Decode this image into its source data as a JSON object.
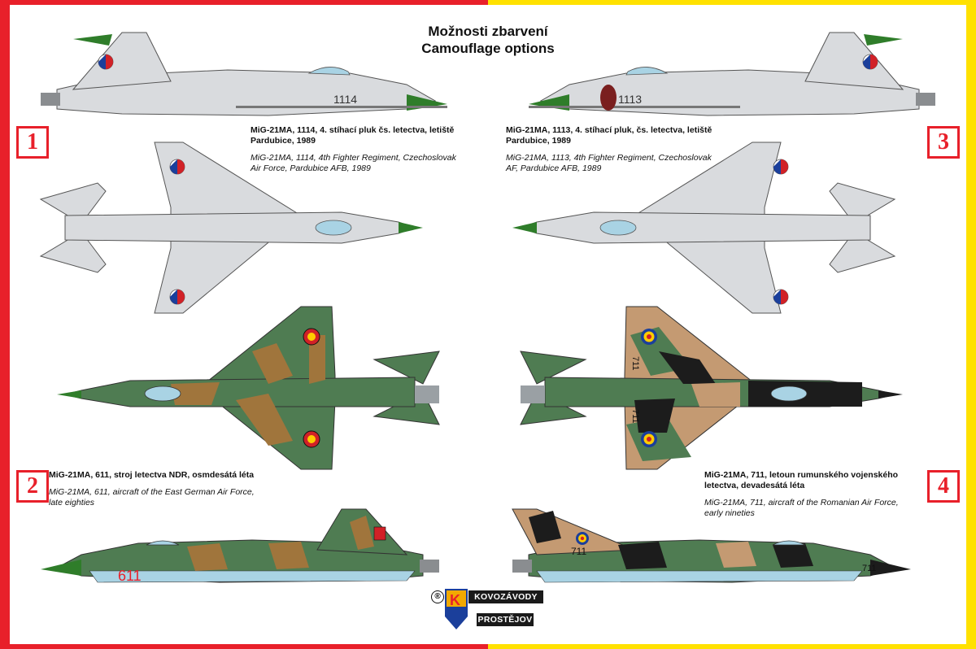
{
  "title": {
    "line1": "Možnosti zbarvení",
    "line2": "Camouflage options"
  },
  "options": [
    {
      "number": "1",
      "caption_cz": "MiG-21MA, 1114, 4. stíhací pluk čs. letectva, letiště Pardubice, 1989",
      "caption_en": "MiG-21MA, 1114, 4th Fighter Regiment, Czechoslovak Air Force, Pardubice AFB, 1989",
      "side_marking": "1114"
    },
    {
      "number": "2",
      "caption_cz": "MiG-21MA, 611, stroj letectva NDR, osmdesátá léta",
      "caption_en": "MiG-21MA, 611, aircraft of the East German Air Force, late eighties",
      "side_marking": "611"
    },
    {
      "number": "3",
      "caption_cz": "MiG-21MA, 1113, 4. stíhací pluk, čs. letectva, letiště Pardubice, 1989",
      "caption_en": "MiG-21MA, 1113, 4th Fighter Regiment, Czechoslovak AF, Pardubice AFB, 1989",
      "side_marking": "1113"
    },
    {
      "number": "4",
      "caption_cz": "MiG-21MA, 711, letoun rumunského vojenského letectva, devadesátá léta",
      "caption_en": "MiG-21MA, 711, aircraft of the Romanian Air Force, early nineties",
      "side_marking": "711"
    }
  ],
  "logo": {
    "registered": "®",
    "top_text": "KOVOZÁVODY",
    "bottom_text": "PROSTĚJOV"
  },
  "colors": {
    "frame_red": "#e8202a",
    "frame_yellow": "#ffe100",
    "silver": "#d9dbde",
    "green": "#4f7c52",
    "brown": "#a0753c",
    "tan": "#c49a72",
    "dark": "#1c1c1c",
    "nose_green": "#2f7d2a",
    "light_blue": "#a9d3e4"
  }
}
